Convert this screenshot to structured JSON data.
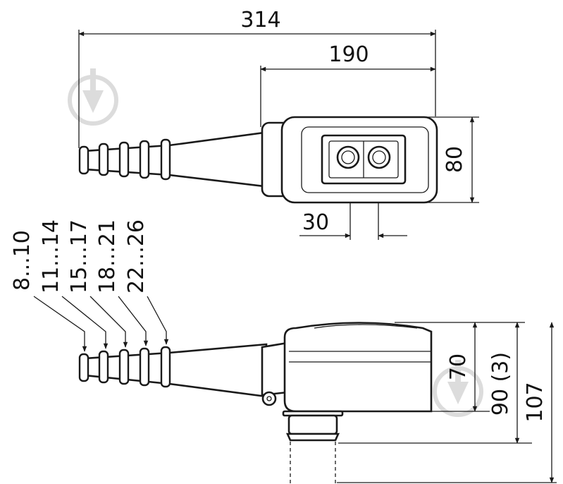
{
  "dimensions": {
    "overall_length": "314",
    "housing_length": "190",
    "housing_width": "80",
    "button_pitch": "30",
    "housing_height": "70",
    "height_with_cap": "90 (3)",
    "total_height": "107"
  },
  "cable_ranges": [
    "8...10",
    "11...14",
    "15...17",
    "18...21",
    "22...26"
  ],
  "icons": {
    "watermark": "watermark-logo-icon"
  }
}
